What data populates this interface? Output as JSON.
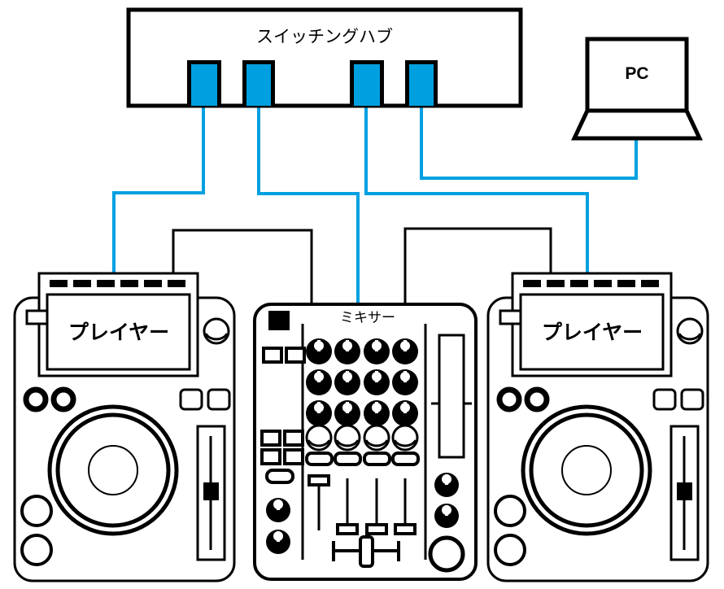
{
  "diagram": {
    "title": "DJ system network connection diagram",
    "colors": {
      "cable_network": "#00A0E0",
      "port": "#00A0E0",
      "outline": "#000000",
      "background": "#FFFFFF"
    },
    "nodes": {
      "hub": {
        "label": "スイッチングハブ",
        "name": "switching-hub",
        "ports": [
          {
            "name": "port-1",
            "label": ""
          },
          {
            "name": "port-2",
            "label": ""
          },
          {
            "name": "port-3",
            "label": ""
          },
          {
            "name": "port-4",
            "label": ""
          }
        ]
      },
      "pc": {
        "label": "PC",
        "name": "pc-laptop"
      },
      "player_left": {
        "label": "プレイヤー",
        "name": "dj-player-left"
      },
      "player_right": {
        "label": "プレイヤー",
        "name": "dj-player-right"
      },
      "mixer": {
        "label": "ミキサー",
        "name": "dj-mixer"
      }
    },
    "connections": [
      {
        "name": "cable-hub-port1-to-player-left",
        "from": "hub.port-1",
        "to": "player_left",
        "type": "network"
      },
      {
        "name": "cable-hub-port2-to-mixer",
        "from": "hub.port-2",
        "to": "mixer",
        "type": "network"
      },
      {
        "name": "cable-hub-port3-to-player-right",
        "from": "hub.port-3",
        "to": "player_right",
        "type": "network"
      },
      {
        "name": "cable-hub-port4-to-pc",
        "from": "hub.port-4",
        "to": "pc",
        "type": "network"
      },
      {
        "name": "cable-mixer-to-player-left",
        "from": "mixer",
        "to": "player_left",
        "type": "audio"
      },
      {
        "name": "cable-mixer-to-player-right",
        "from": "mixer",
        "to": "player_right",
        "type": "audio"
      }
    ]
  }
}
